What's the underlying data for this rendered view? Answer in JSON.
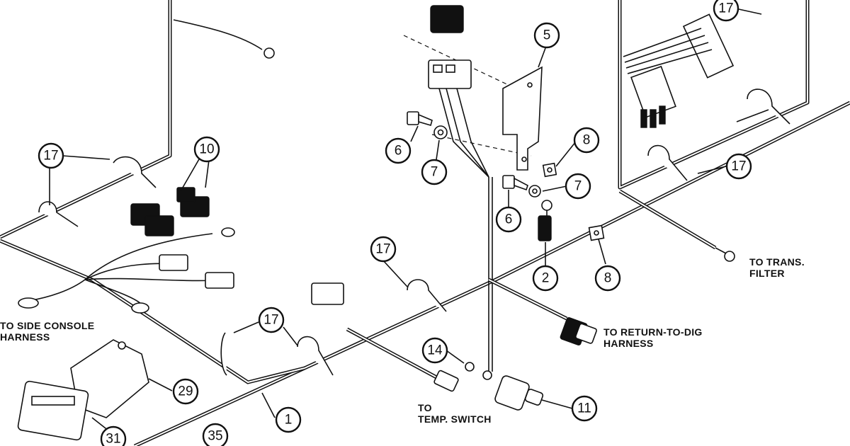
{
  "callouts": [
    {
      "id": "c-5",
      "text": "5"
    },
    {
      "id": "c-6a",
      "text": "6"
    },
    {
      "id": "c-7a",
      "text": "7"
    },
    {
      "id": "c-8a",
      "text": "8"
    },
    {
      "id": "c-6b",
      "text": "6"
    },
    {
      "id": "c-7b",
      "text": "7"
    },
    {
      "id": "c-2",
      "text": "2"
    },
    {
      "id": "c-8b",
      "text": "8"
    },
    {
      "id": "c-17a",
      "text": "17"
    },
    {
      "id": "c-17b",
      "text": "17"
    },
    {
      "id": "c-17c",
      "text": "17"
    },
    {
      "id": "c-17d",
      "text": "17"
    },
    {
      "id": "c-17e",
      "text": "17"
    },
    {
      "id": "c-10",
      "text": "10"
    },
    {
      "id": "c-14",
      "text": "14"
    },
    {
      "id": "c-11",
      "text": "11"
    },
    {
      "id": "c-1",
      "text": "1"
    },
    {
      "id": "c-29",
      "text": "29"
    },
    {
      "id": "c-31",
      "text": "31"
    },
    {
      "id": "c-35",
      "text": "35"
    }
  ],
  "labels": {
    "trans_filter": [
      "TO TRANS.",
      "FILTER"
    ],
    "side_console": [
      "TO SIDE CONSOLE",
      "HARNESS"
    ],
    "return_to_dig": [
      "TO RETURN-TO-DIG",
      "HARNESS"
    ],
    "temp_switch": [
      "TO",
      "TEMP. SWITCH"
    ]
  },
  "colors": {
    "ink": "#111111",
    "paper": "#ffffff"
  }
}
